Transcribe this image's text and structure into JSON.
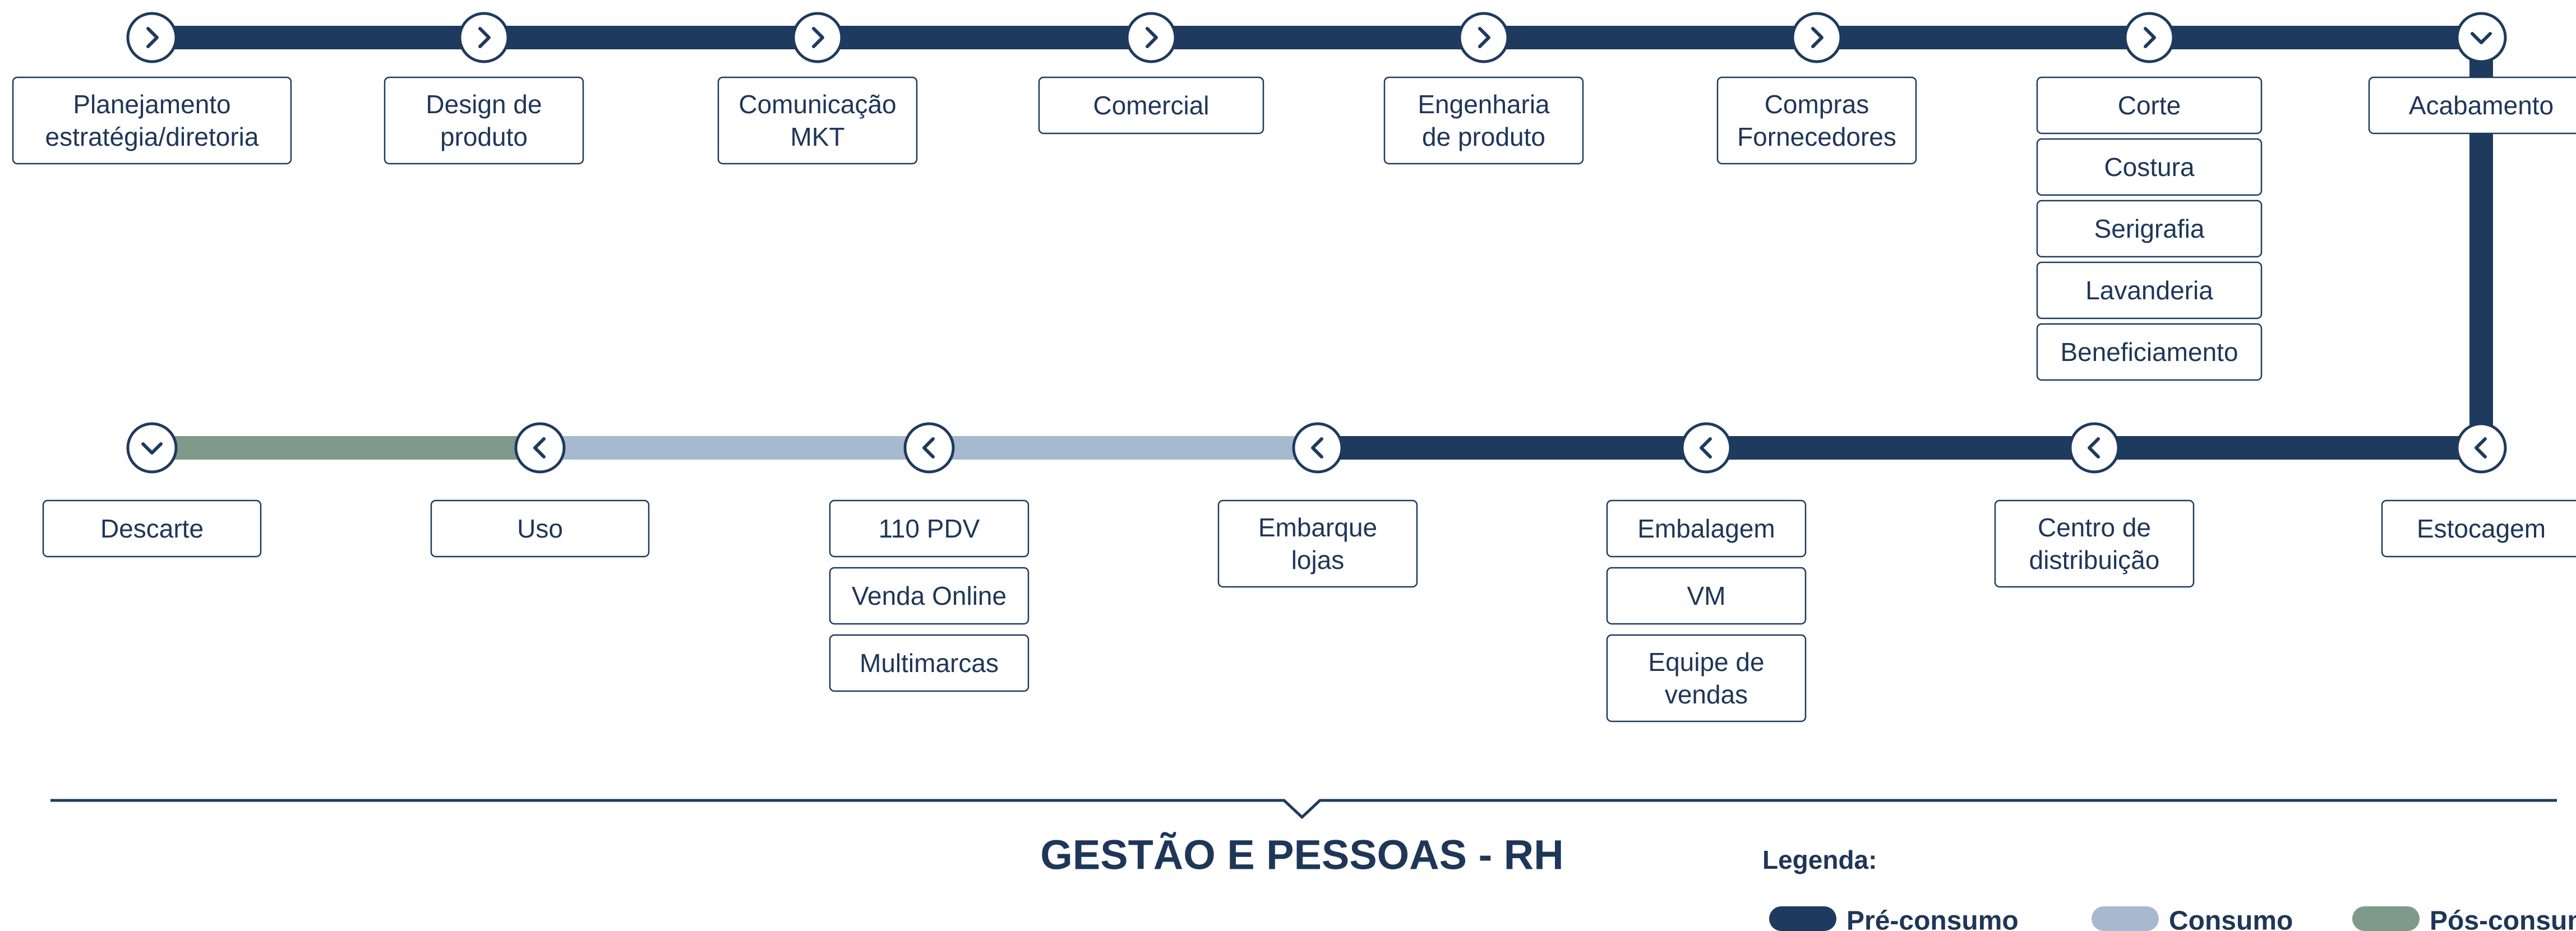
{
  "title": "GESTÃO E PESSOAS - RH",
  "legend": {
    "title": "Legenda:",
    "items": [
      {
        "label": "Pré-consumo",
        "color": "#1f3a5f"
      },
      {
        "label": "Consumo",
        "color": "#a7b9cf"
      },
      {
        "label": "Pós-consumo",
        "color": "#7f9a8b"
      }
    ]
  },
  "rows": {
    "top": [
      {
        "labels": [
          "Planejamento\nestratégia/diretoria"
        ]
      },
      {
        "labels": [
          "Design de\nproduto"
        ]
      },
      {
        "labels": [
          "Comunicação\nMKT"
        ]
      },
      {
        "labels": [
          "Comercial"
        ]
      },
      {
        "labels": [
          "Engenharia\nde produto"
        ]
      },
      {
        "labels": [
          "Compras\nFornecedores"
        ]
      },
      {
        "labels": [
          "Corte",
          "Costura",
          "Serigrafia",
          "Lavanderia",
          "Beneficiamento"
        ]
      },
      {
        "labels": [
          "Acabamento"
        ]
      }
    ],
    "bottom": [
      {
        "labels": [
          "Descarte"
        ]
      },
      {
        "labels": [
          "Uso"
        ]
      },
      {
        "labels": [
          "110 PDV",
          "Venda Online",
          "Multimarcas"
        ]
      },
      {
        "labels": [
          "Embarque\nlojas"
        ]
      },
      {
        "labels": [
          "Embalagem",
          "VM",
          "Equipe de\nvendas"
        ]
      },
      {
        "labels": [
          "Centro de\ndistribuição"
        ]
      },
      {
        "labels": [
          "Estocagem"
        ]
      }
    ]
  },
  "colors": {
    "pre": "#1f3a5f",
    "consumo": "#a7b9cf",
    "pos": "#7f9a8b",
    "text": "#1e3658"
  }
}
